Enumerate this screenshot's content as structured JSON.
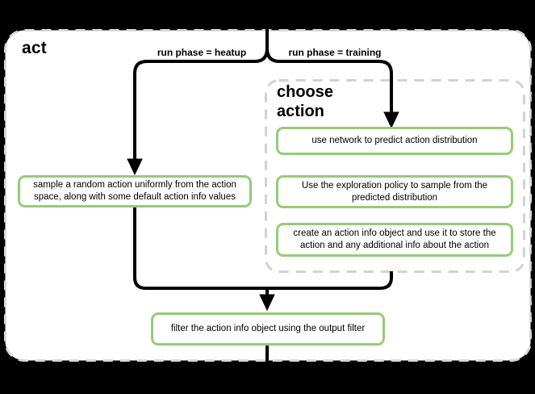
{
  "panel": {
    "title": "act"
  },
  "branch_labels": {
    "heatup": "run phase = heatup",
    "training": "run phase = training"
  },
  "group": {
    "title": "choose action"
  },
  "nodes": {
    "sample_random_action": "sample a random action uniformly from the action space, along with some default action info values",
    "use_network": "use network to predict action distribution",
    "exploration_policy": "Use the exploration policy to sample from the predicted distribution",
    "create_action_info": "create an action info object and use it to store the action and any additional info about the action",
    "filter_output": "filter the action info object using the output filter"
  },
  "colors": {
    "background": "#000000",
    "panel_bg": "#ffffff",
    "panel_border": "#d9d9d9",
    "group_border": "#d2d2d2",
    "node_border": "#96cb78",
    "connector": "#000000",
    "text": "#000000"
  }
}
